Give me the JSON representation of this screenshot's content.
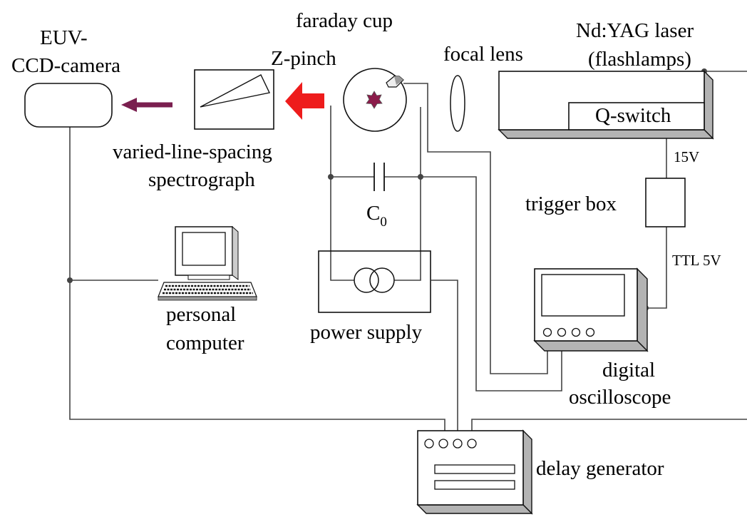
{
  "labels": {
    "euv_camera_line1": "EUV-",
    "euv_camera_line2": "CCD-camera",
    "spectrograph_line1": "varied-line-spacing",
    "spectrograph_line2": "spectrograph",
    "zpinch": "Z-pinch",
    "faraday_cup": "faraday cup",
    "focal_lens": "focal lens",
    "laser_line1": "Nd:YAG laser",
    "laser_line2": "(flashlamps)",
    "qswitch": "Q-switch",
    "v15": "15V",
    "trigger_box": "trigger box",
    "ttl": "TTL 5V",
    "capacitor": "C",
    "capacitor_sub": "0",
    "personal_line1": "personal",
    "personal_line2": "computer",
    "power_supply": "power supply",
    "oscilloscope_line1": "digital",
    "oscilloscope_line2": "oscilloscope",
    "delay_generator": "delay generator"
  },
  "colors": {
    "plasma": "#8b1c4a",
    "beam_arrow": "#ee1c1c",
    "light_arrow": "#7a1f4f",
    "panel_shade": "#b3b3b3"
  }
}
